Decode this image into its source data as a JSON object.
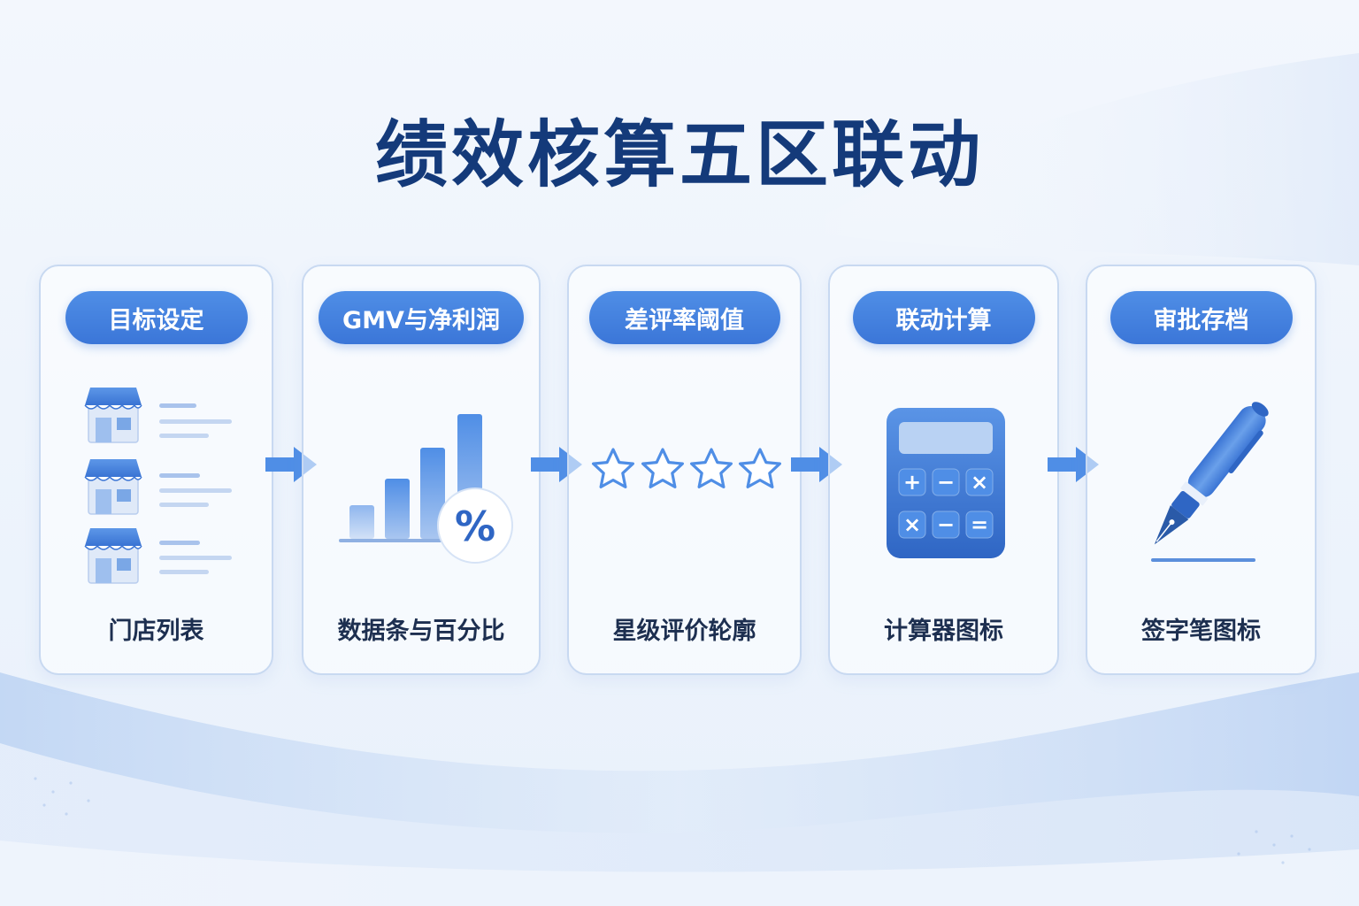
{
  "title": "绩效核算五区联动",
  "colors": {
    "accent": "#3b76d8",
    "accent_light": "#8fb6ee",
    "title": "#143a7a",
    "caption": "#1d2f50",
    "card_border": "#c8d9f1"
  },
  "steps": [
    {
      "label": "目标设定",
      "caption": "门店列表",
      "icon": "storefront-list-icon"
    },
    {
      "label": "GMV与净利润",
      "caption": "数据条与百分比",
      "icon": "bar-chart-percent-icon"
    },
    {
      "label": "差评率阈值",
      "caption": "星级评价轮廓",
      "icon": "star-outline-icon"
    },
    {
      "label": "联动计算",
      "caption": "计算器图标",
      "icon": "calculator-icon"
    },
    {
      "label": "审批存档",
      "caption": "签字笔图标",
      "icon": "fountain-pen-icon"
    }
  ],
  "calculator": {
    "keys": [
      "+",
      "−",
      "×",
      "×",
      "−",
      "="
    ]
  },
  "chart_badge": "%"
}
